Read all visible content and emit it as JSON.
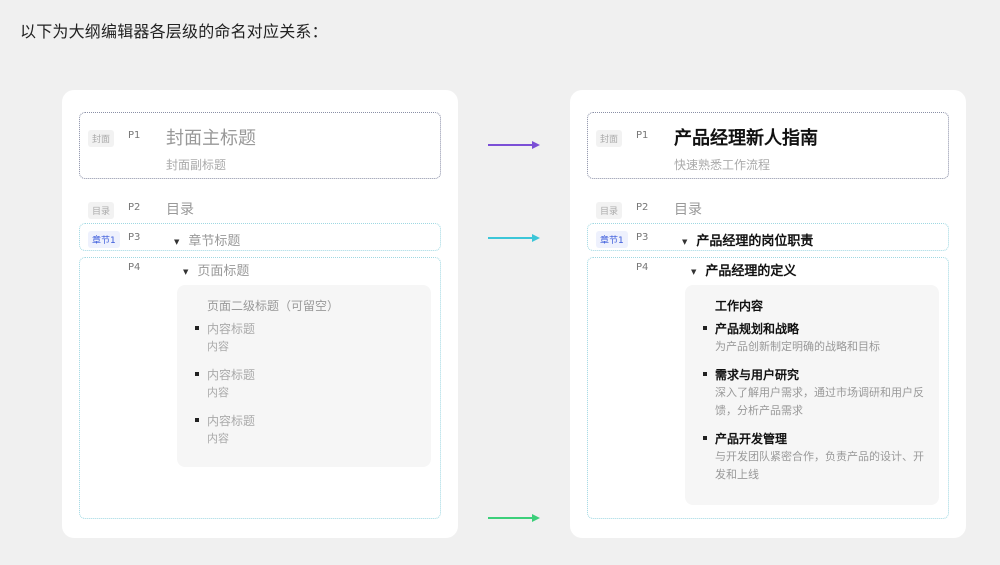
{
  "intro": "以下为大纲编辑器各层级的命名对应关系：",
  "colors": {
    "arrow_cover": "#7b4fd6",
    "arrow_chapter": "#3cc6d8",
    "arrow_page": "#3ccf7a",
    "chapter_chip": "#3b5bdb"
  },
  "left": {
    "cover": {
      "chip": "封面",
      "p": "P1",
      "title": "封面主标题",
      "subtitle": "封面副标题"
    },
    "toc": {
      "chip": "目录",
      "p": "P2",
      "title": "目录"
    },
    "chapter": {
      "chip": "章节1",
      "p": "P3",
      "title": "章节标题"
    },
    "page": {
      "p": "P4",
      "title": "页面标题",
      "card_title": "页面二级标题（可留空）",
      "items": [
        {
          "title": "内容标题",
          "desc": "内容"
        },
        {
          "title": "内容标题",
          "desc": "内容"
        },
        {
          "title": "内容标题",
          "desc": "内容"
        }
      ]
    }
  },
  "right": {
    "cover": {
      "chip": "封面",
      "p": "P1",
      "title": "产品经理新人指南",
      "subtitle": "快速熟悉工作流程"
    },
    "toc": {
      "chip": "目录",
      "p": "P2",
      "title": "目录"
    },
    "chapter": {
      "chip": "章节1",
      "p": "P3",
      "title": "产品经理的岗位职责"
    },
    "page": {
      "p": "P4",
      "title": "产品经理的定义",
      "card_title": "工作内容",
      "items": [
        {
          "title": "产品规划和战略",
          "desc": "为产品创新制定明确的战略和目标"
        },
        {
          "title": "需求与用户研究",
          "desc": "深入了解用户需求，通过市场调研和用户反馈，分析产品需求"
        },
        {
          "title": "产品开发管理",
          "desc": "与开发团队紧密合作，负责产品的设计、开发和上线"
        }
      ]
    }
  }
}
